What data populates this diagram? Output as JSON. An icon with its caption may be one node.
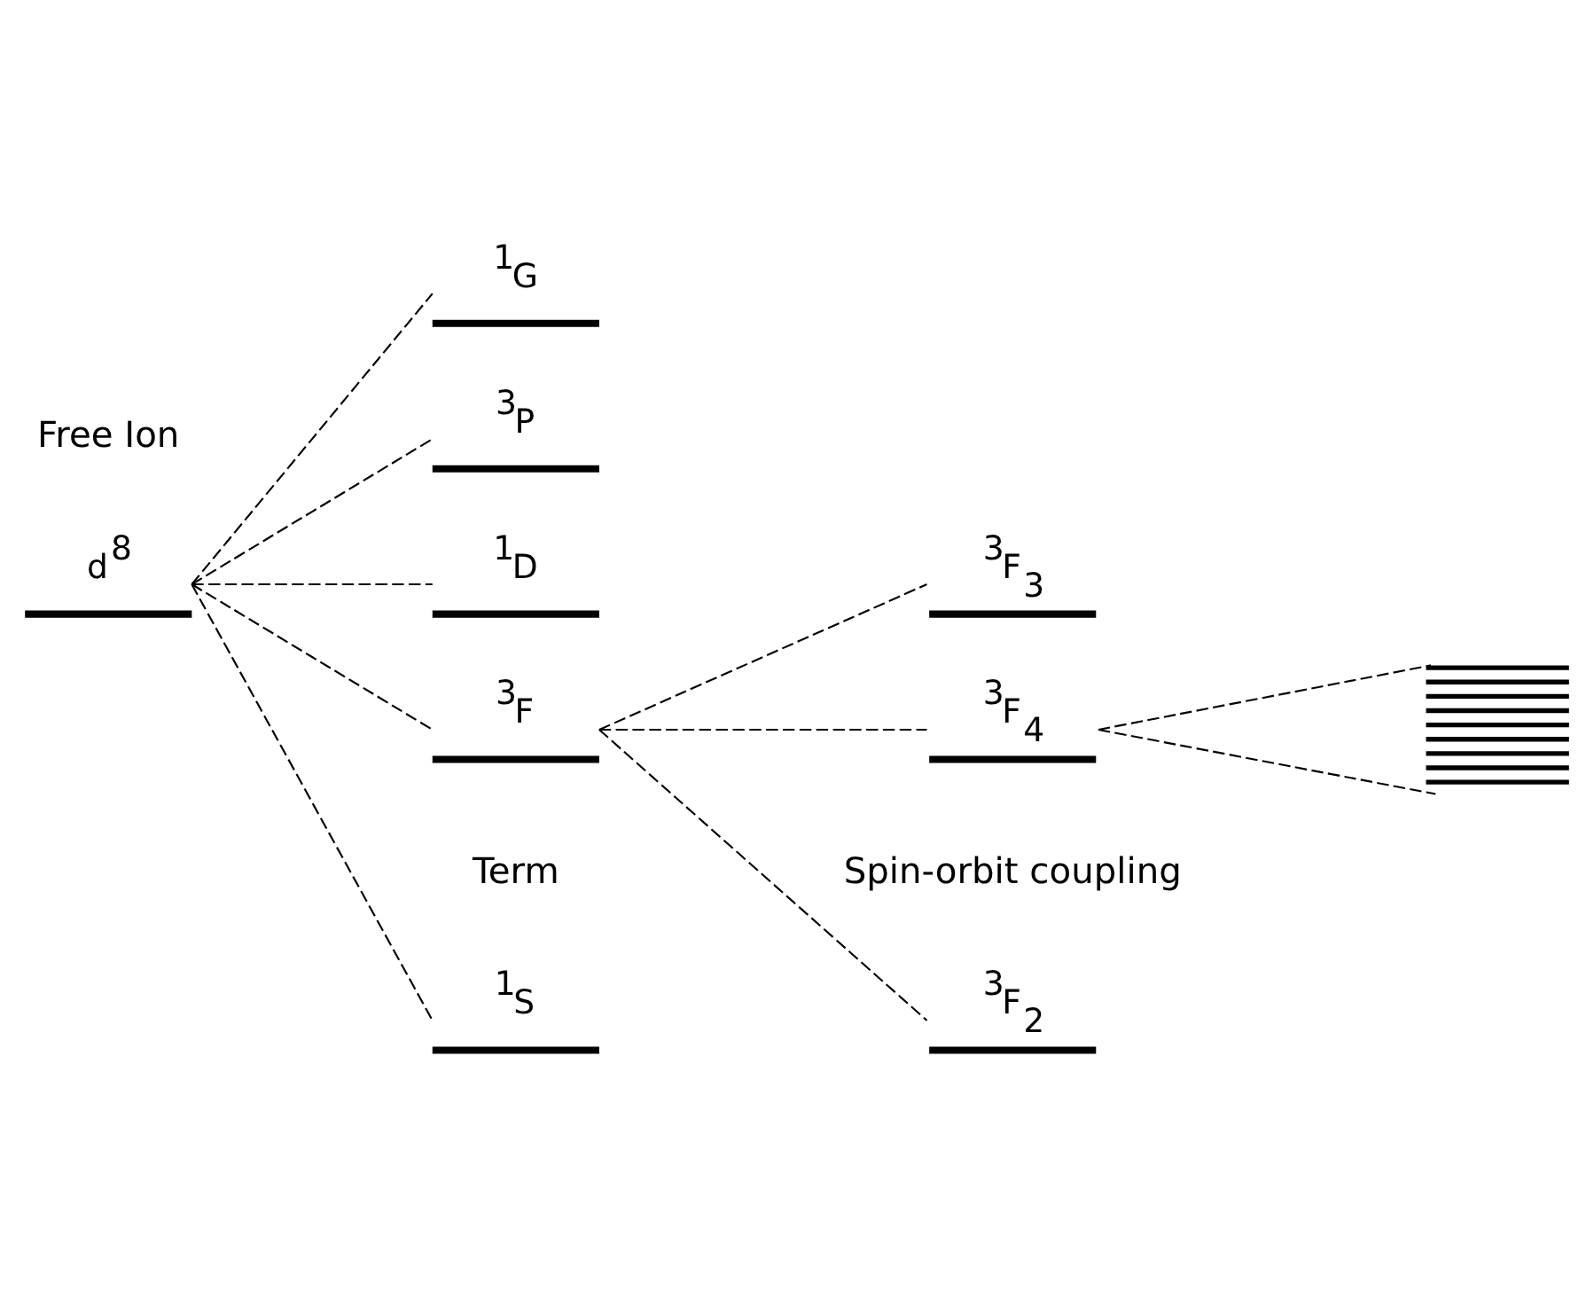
{
  "diagram": {
    "nodes": [
      {
        "text": [
          "d$^{8}$"
        ]
      },
      {
        "text": [
          "$^{1}$S"
        ]
      },
      {
        "text": [
          "$^{1}$G"
        ]
      },
      {
        "text": [
          "$^{3}$P"
        ]
      },
      {
        "text": [
          "$^{1}$D"
        ]
      },
      {
        "text": [
          "$^{3}$F"
        ]
      },
      {
        "text": [
          "$^{3}$F$_{2}$"
        ]
      },
      {
        "text": [
          "$^{3}$F$_{3}$"
        ]
      },
      {
        "text": [
          "$^{3}$F$_{4}$"
        ]
      },
      {
        "text": [],
        "shape": "bar"
      }
    ],
    "edges": [
      {
        "from": 0,
        "to": 1,
        "arrow": "none",
        "style": "dashed"
      },
      {
        "from": 0,
        "to": 2,
        "arrow": "none",
        "style": "dashed"
      },
      {
        "from": 0,
        "to": 3,
        "arrow": "none",
        "style": "dashed"
      },
      {
        "from": 0,
        "to": 4,
        "arrow": "none",
        "style": "dashed"
      },
      {
        "from": 0,
        "to": 5,
        "arrow": "none",
        "style": "dashed"
      },
      {
        "from": 5,
        "to": 6,
        "arrow": "none",
        "style": "dashed"
      },
      {
        "from": 5,
        "to": 7,
        "arrow": "none",
        "style": "dashed"
      },
      {
        "from": 5,
        "to": 8,
        "arrow": "none",
        "style": "dashed"
      },
      {
        "from": 8,
        "to": 9,
        "arrow": "none",
        "style": "dashed"
      },
      {
        "from": 8,
        "to": 9,
        "arrow": "none",
        "style": "dashed"
      }
    ],
    "labels": [
      "Free Ion",
      "Term",
      "Spin-orbit coupling"
    ]
  }
}
